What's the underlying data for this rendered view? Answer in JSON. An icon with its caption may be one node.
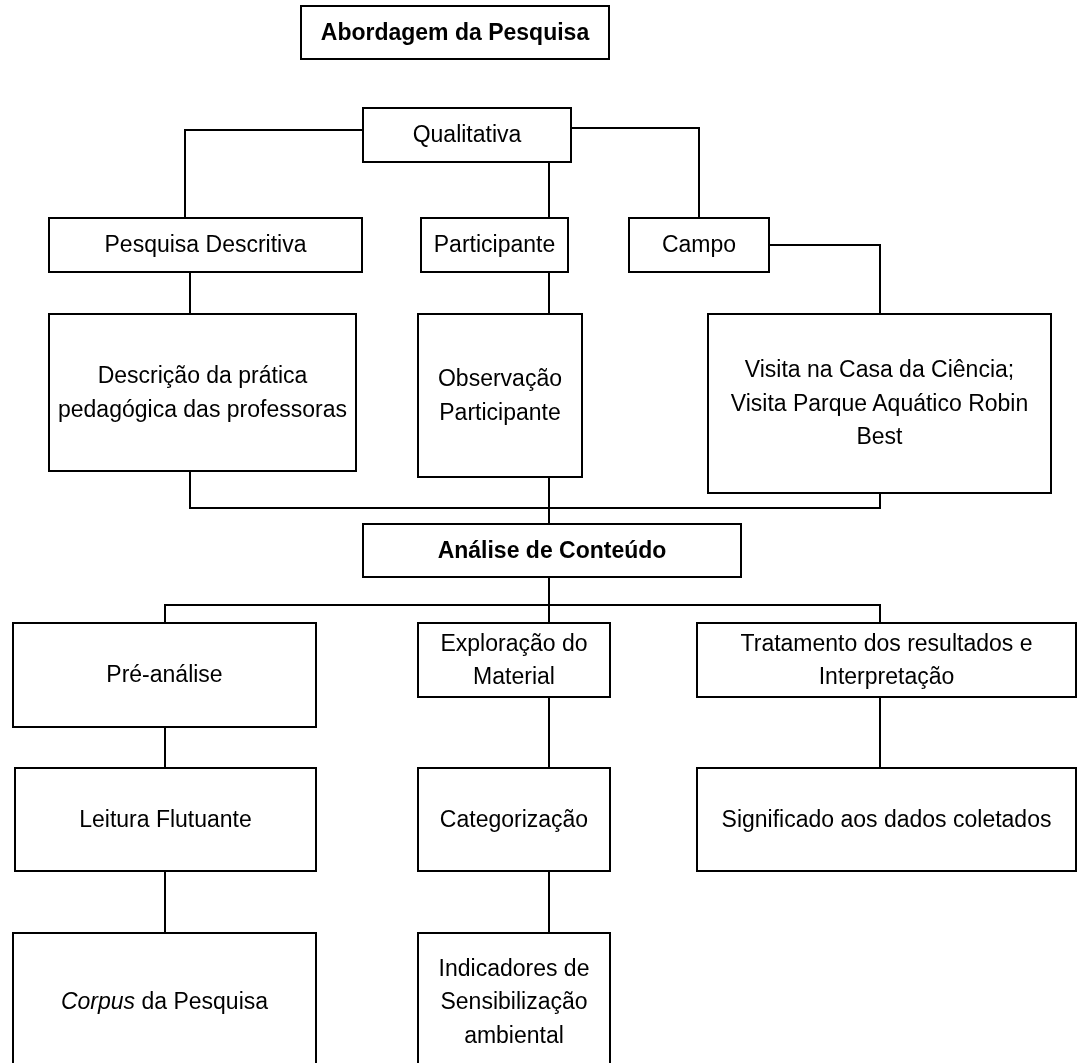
{
  "diagram": {
    "nodes": [
      {
        "text": [
          "Abordagem da Pesquisa"
        ]
      },
      {
        "text": [
          "Qualitativa"
        ]
      },
      {
        "text": [
          "Pesquisa Descritiva"
        ]
      },
      {
        "text": [
          "Participante"
        ]
      },
      {
        "text": [
          "Campo"
        ]
      },
      {
        "text": [
          "Descrição da prática pedagógica das professoras"
        ]
      },
      {
        "text": [
          "Observação Participante"
        ]
      },
      {
        "text": [
          "Visita na Casa da Ciência; Visita Parque Aquático Robin Best"
        ]
      },
      {
        "text": [
          "Análise de Conteúdo"
        ]
      },
      {
        "text": [
          "Pré-análise"
        ]
      },
      {
        "text": [
          "Exploração do Material"
        ]
      },
      {
        "text": [
          "Tratamento dos resultados e Interpretação"
        ]
      },
      {
        "text": [
          "Leitura Flutuante"
        ]
      },
      {
        "text": [
          "Categorização"
        ]
      },
      {
        "text": [
          "Significado aos dados coletados"
        ]
      },
      {
        "text": [
          "*Corpus* da Pesquisa"
        ]
      },
      {
        "text": [
          "Indicadores de Sensibilização ambiental"
        ]
      }
    ],
    "edges": [
      {
        "from": 1,
        "to": 2,
        "arrow": "none"
      },
      {
        "from": 1,
        "to": 3,
        "arrow": "none"
      },
      {
        "from": 1,
        "to": 4,
        "arrow": "none"
      },
      {
        "from": 2,
        "to": 5,
        "arrow": "none"
      },
      {
        "from": 3,
        "to": 6,
        "arrow": "none"
      },
      {
        "from": 4,
        "to": 7,
        "arrow": "none"
      },
      {
        "from": 5,
        "to": 8,
        "arrow": "none"
      },
      {
        "from": 6,
        "to": 8,
        "arrow": "none"
      },
      {
        "from": 7,
        "to": 8,
        "arrow": "none"
      },
      {
        "from": 8,
        "to": 9,
        "arrow": "none"
      },
      {
        "from": 8,
        "to": 10,
        "arrow": "none"
      },
      {
        "from": 8,
        "to": 11,
        "arrow": "none"
      },
      {
        "from": 9,
        "to": 12,
        "arrow": "none"
      },
      {
        "from": 12,
        "to": 15,
        "arrow": "none"
      },
      {
        "from": 10,
        "to": 13,
        "arrow": "none"
      },
      {
        "from": 13,
        "to": 16,
        "arrow": "none"
      },
      {
        "from": 11,
        "to": 14,
        "arrow": "none"
      }
    ]
  }
}
